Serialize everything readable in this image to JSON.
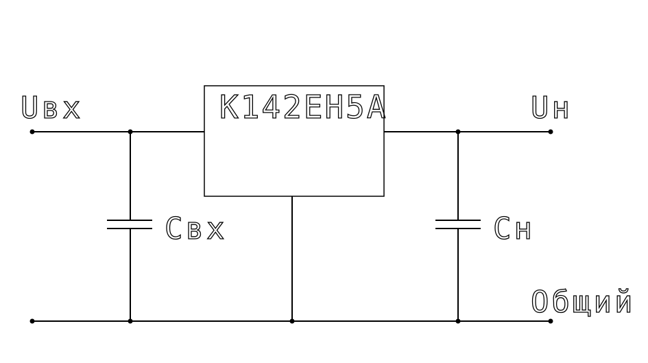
{
  "diagram": {
    "chip_label": "К142ЕН5А",
    "input_label": "Uвх",
    "output_label": "Uн",
    "common_label": "Общий",
    "input_cap_label": "Свх",
    "output_cap_label": "Сн"
  },
  "colors": {
    "line": "#000000",
    "background": "#ffffff"
  }
}
